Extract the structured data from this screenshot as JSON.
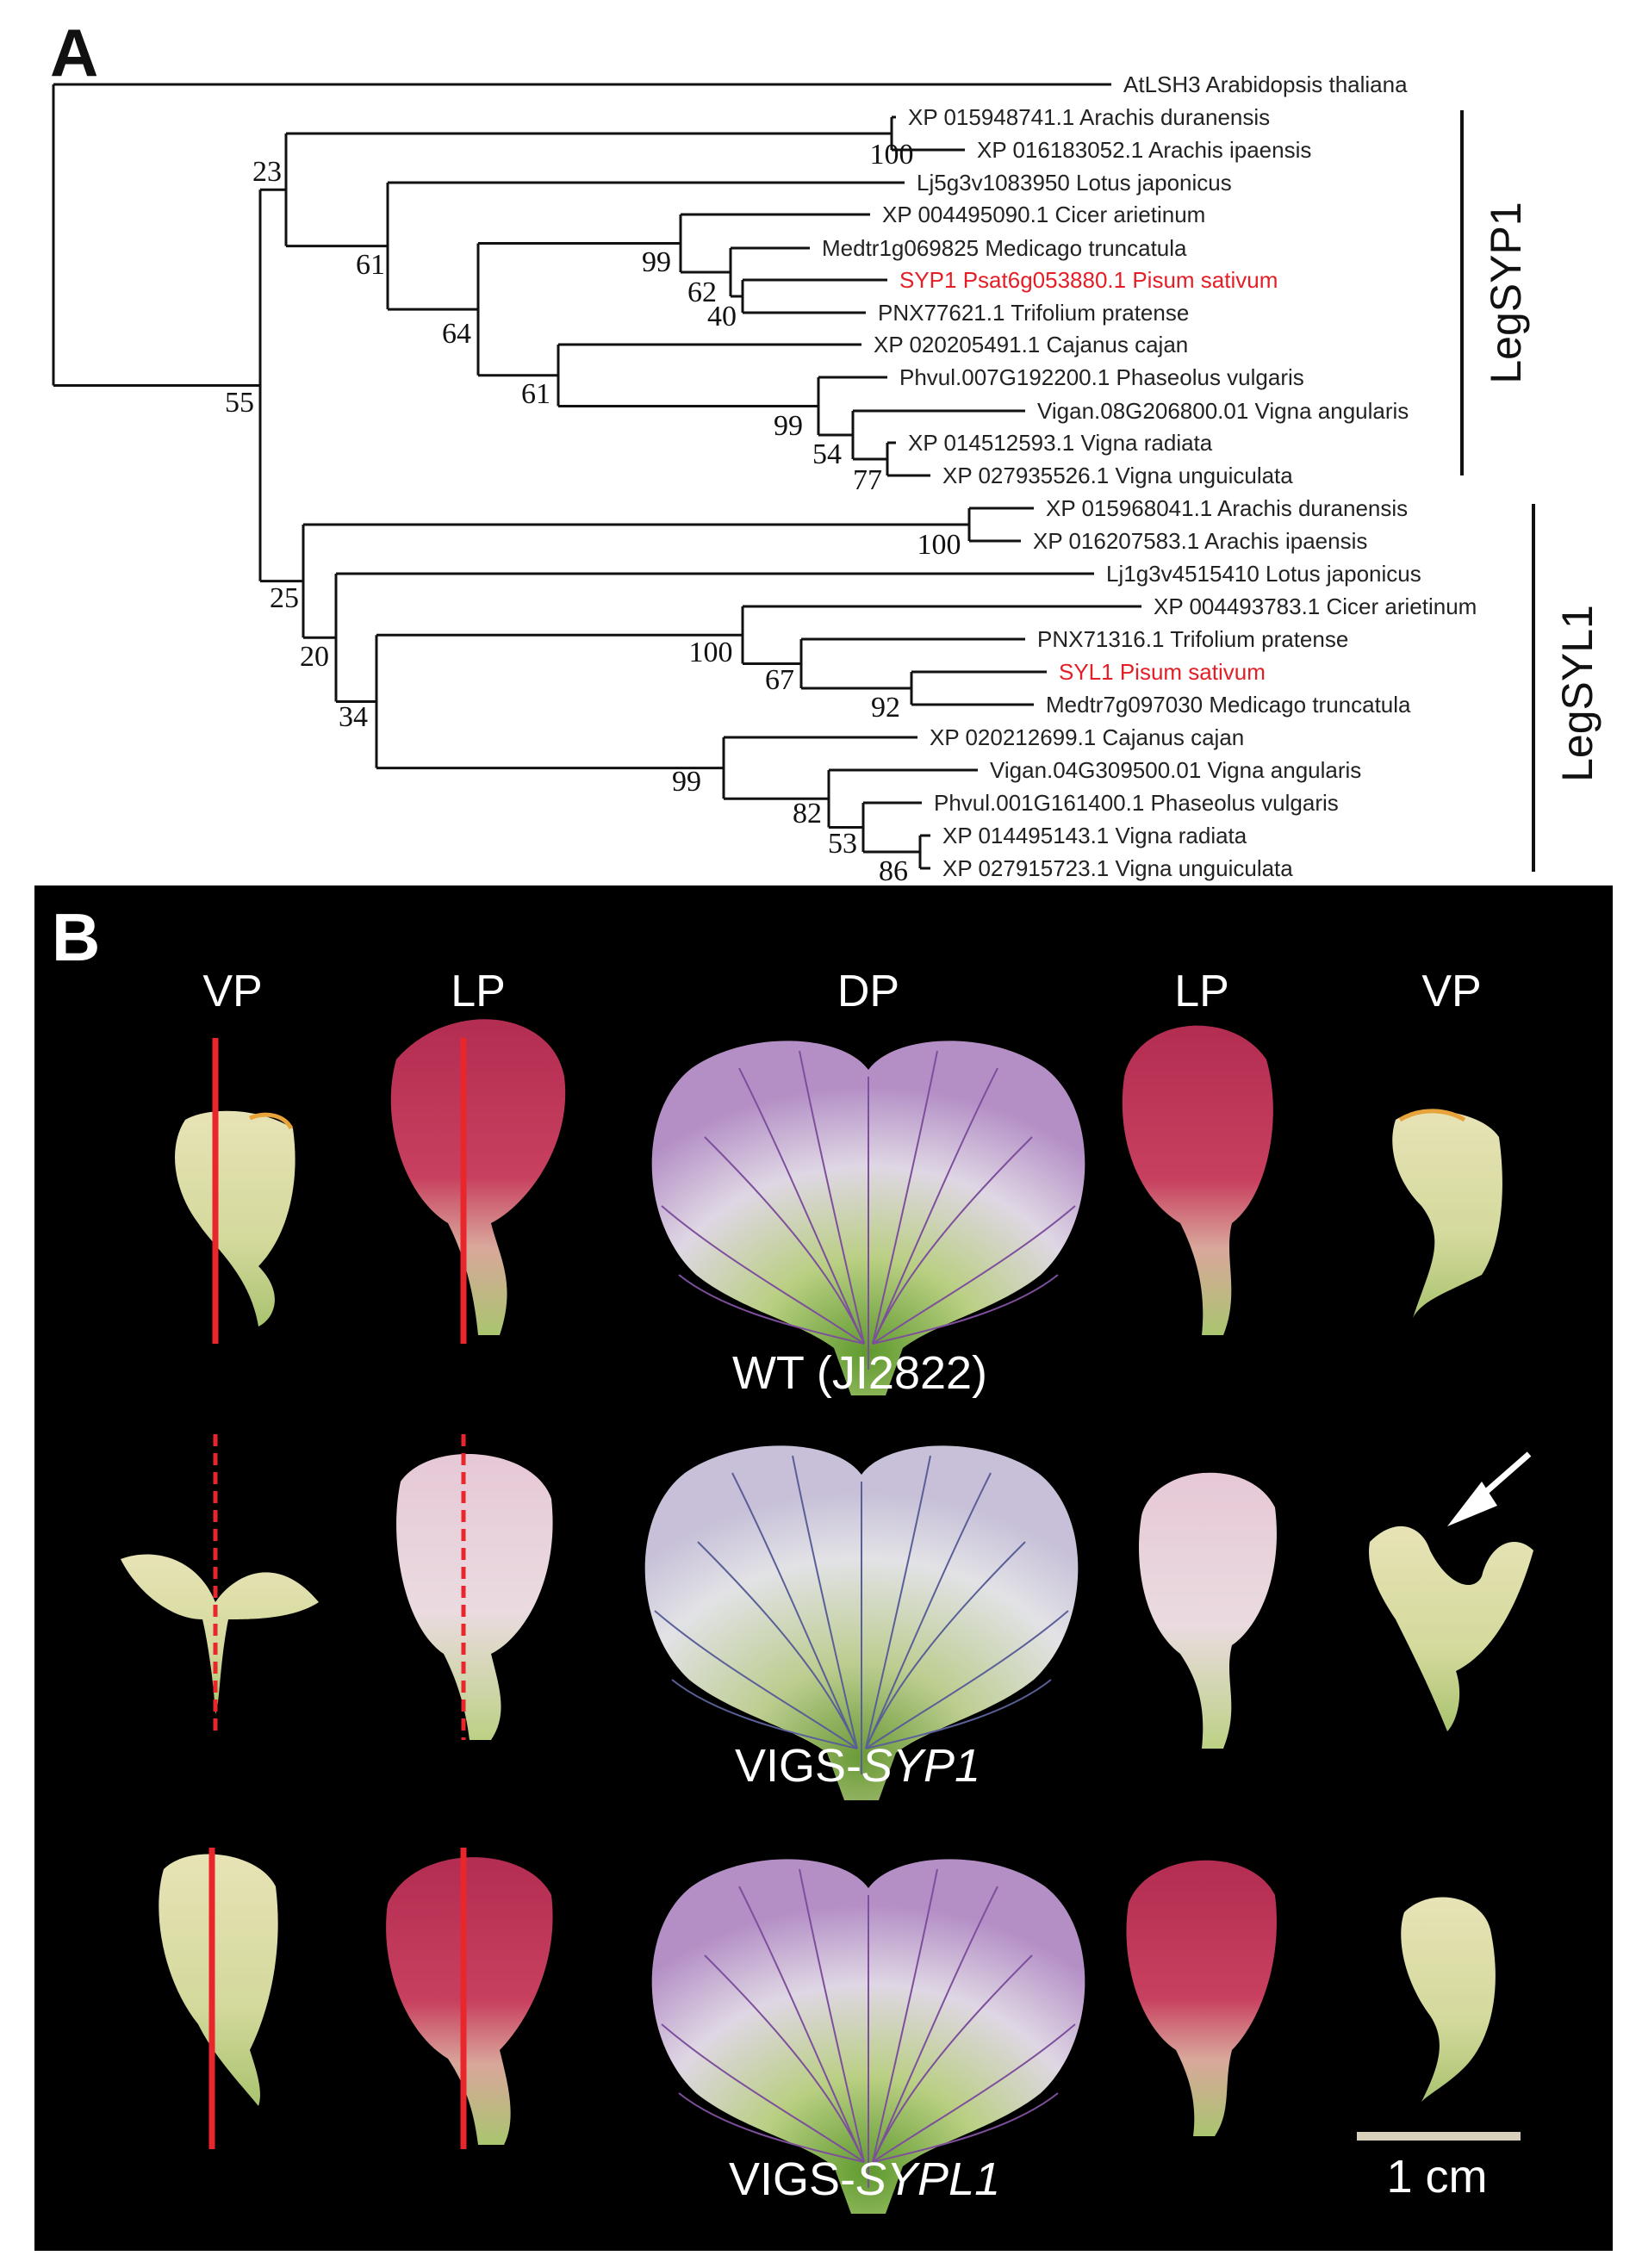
{
  "panels": {
    "a": "A",
    "b": "B"
  },
  "clades": {
    "syp1": "LegSYP1",
    "syl1": "LegSYL1"
  },
  "tree": {
    "leaves": [
      {
        "id": "atlsh3",
        "label": "AtLSH3 Arabidopsis thaliana"
      },
      {
        "id": "ad1",
        "label": "XP 015948741.1 Arachis duranensis"
      },
      {
        "id": "ai1",
        "label": "XP 016183052.1 Arachis ipaensis"
      },
      {
        "id": "lj1",
        "label": "Lj5g3v1083950 Lotus japonicus"
      },
      {
        "id": "ca1",
        "label": "XP 004495090.1 Cicer arietinum"
      },
      {
        "id": "mt1",
        "label": "Medtr1g069825 Medicago truncatula"
      },
      {
        "id": "syp1",
        "label": "SYP1 Psat6g053880.1 Pisum sativum",
        "highlight": true
      },
      {
        "id": "tp1",
        "label": "PNX77621.1 Trifolium pratense"
      },
      {
        "id": "cc1",
        "label": "XP 020205491.1 Cajanus cajan"
      },
      {
        "id": "pv1",
        "label": "Phvul.007G192200.1 Phaseolus vulgaris"
      },
      {
        "id": "va1",
        "label": "Vigan.08G206800.01 Vigna angularis"
      },
      {
        "id": "vr1",
        "label": "XP 014512593.1 Vigna radiata"
      },
      {
        "id": "vu1",
        "label": "XP 027935526.1 Vigna unguiculata"
      },
      {
        "id": "ad2",
        "label": "XP 015968041.1 Arachis duranensis"
      },
      {
        "id": "ai2",
        "label": "XP 016207583.1 Arachis ipaensis"
      },
      {
        "id": "lj2",
        "label": "Lj1g3v4515410 Lotus japonicus"
      },
      {
        "id": "ca2",
        "label": "XP 004493783.1 Cicer arietinum"
      },
      {
        "id": "tp2",
        "label": "PNX71316.1 Trifolium pratense"
      },
      {
        "id": "syl1",
        "label": "SYL1 Pisum sativum",
        "highlight": true
      },
      {
        "id": "mt2",
        "label": "Medtr7g097030 Medicago truncatula"
      },
      {
        "id": "cc2",
        "label": "XP 020212699.1 Cajanus cajan"
      },
      {
        "id": "va2",
        "label": "Vigan.04G309500.01 Vigna angularis"
      },
      {
        "id": "pv2",
        "label": "Phvul.001G161400.1 Phaseolus vulgaris"
      },
      {
        "id": "vr2",
        "label": "XP 014495143.1 Vigna radiata"
      },
      {
        "id": "vu2",
        "label": "XP 027915723.1 Vigna unguiculata"
      }
    ],
    "bootstrap": {
      "root": "55",
      "n23": "23",
      "n100a": "100",
      "n61a": "61",
      "n64": "64",
      "n99a": "99",
      "n62": "62",
      "n40": "40",
      "n61b": "61",
      "n99b": "99",
      "n54": "54",
      "n77": "77",
      "n25": "25",
      "n100b": "100",
      "n20": "20",
      "n34": "34",
      "n100c": "100",
      "n67": "67",
      "n92": "92",
      "n99c": "99",
      "n82": "82",
      "n53": "53",
      "n86": "86"
    }
  },
  "photo": {
    "column_labels": [
      "VP",
      "LP",
      "DP",
      "LP",
      "VP"
    ],
    "rows": [
      {
        "label": "WT (JI2822)"
      },
      {
        "label_prefix": "VIGS-",
        "label_gene": "SYP1"
      },
      {
        "label_prefix": "VIGS-",
        "label_gene": "SYPL1"
      }
    ],
    "scale_bar": "1 cm"
  },
  "colors": {
    "highlight": "#e41e26",
    "background": "#000000",
    "cut_line": "#e8262b",
    "banner_pink": "#c3375a",
    "pale_pink": "#e7c6d6",
    "petal_green": "#b8cd7d",
    "vein_purple": "#7f4f9a",
    "scale_bar": "#d9d0bc"
  }
}
